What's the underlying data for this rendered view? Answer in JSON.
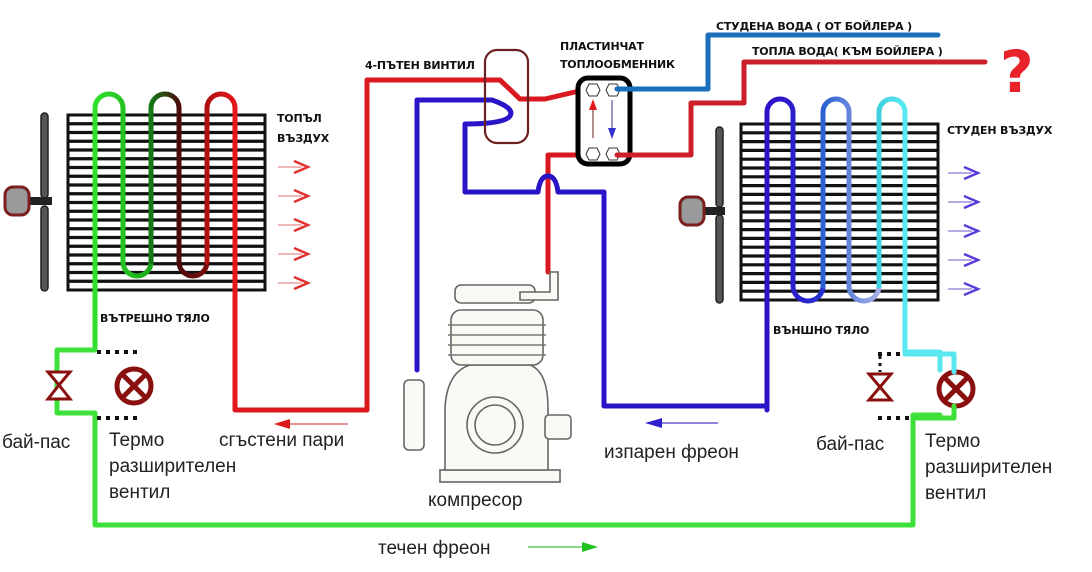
{
  "diagram": {
    "title": "Heat pump schematic with plate heat exchanger",
    "labels": {
      "cold_water": "СТУДЕНА ВОДА ( ОТ БОЙЛЕРА )",
      "hot_water": "ТОПЛА ВОДА( КЪМ БОЙЛЕРА )",
      "question_mark": "?",
      "four_way_valve": "4-ПЪТЕН ВИНТИЛ",
      "plate_hx_line1": "ПЛАСТИНЧАТ",
      "plate_hx_line2": "ТОПЛООБМЕННИК",
      "warm_air_line1": "ТОПЪЛ",
      "warm_air_line2": "ВЪЗДУХ",
      "cold_air": "СТУДЕН ВЪЗДУХ",
      "indoor_unit": "ВЪТРЕШНО ТЯЛО",
      "outdoor_unit": "ВЪНШНО ТЯЛО",
      "bypass_left": "бай-пас",
      "bypass_right": "бай-пас",
      "txv_left": [
        "Термо",
        "разширителен",
        "вентил"
      ],
      "txv_right": [
        "Термо",
        "разширителен",
        "вентил"
      ],
      "compressed_vapor": "сгъстени пари",
      "evaporated_freon": "изпарен фреон",
      "compressor": "компресор",
      "liquid_freon": "течен фреон"
    },
    "colors": {
      "hot_pipe": "#d9191f",
      "cold_pipe": "#2a14c8",
      "liquid_pipe": "#3ee03a",
      "water_cold": "#1a6fba",
      "water_hot": "#cc1f2a",
      "question": "#e8222b",
      "valve": "#8a1010",
      "warm_arrow": "#e03030",
      "cool_arrow": "#5a3ad8"
    }
  }
}
